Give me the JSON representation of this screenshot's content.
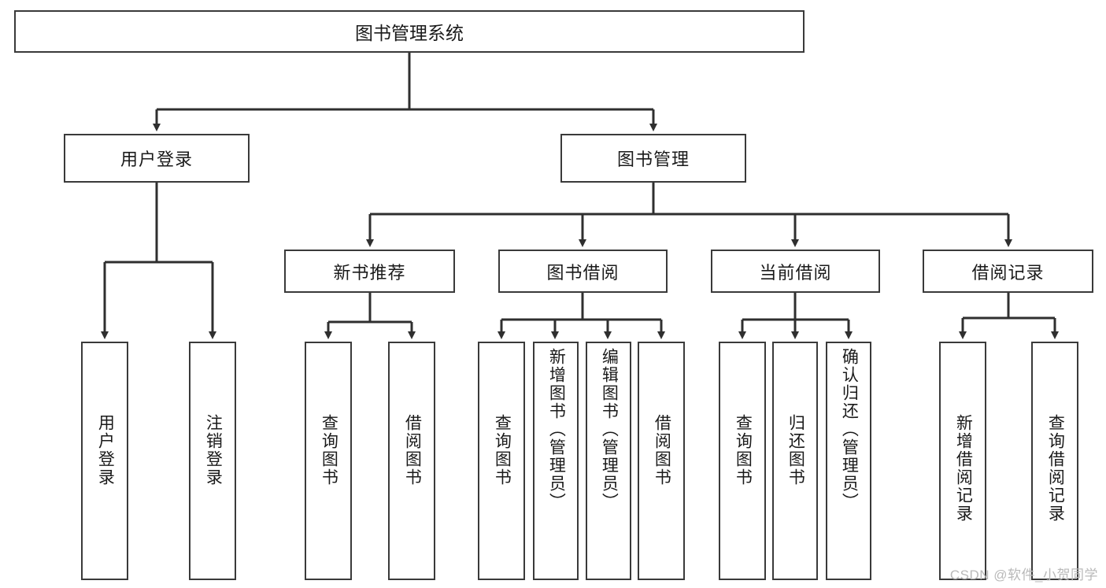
{
  "diagram": {
    "type": "tree-hierarchy-chart",
    "title": "图书管理系统",
    "watermark": "CSDN @软件_小贺同学",
    "colors": {
      "box_border": "#3a3a3a",
      "connector": "#2f2f2f",
      "background": "#ffffff",
      "text": "#1a1a1a",
      "watermark": "#b9b9b9"
    },
    "nodes": {
      "root": {
        "label": "图书管理系统"
      },
      "level2": [
        {
          "label": "用户登录"
        },
        {
          "label": "图书管理"
        }
      ],
      "level3": [
        {
          "label": "新书推荐"
        },
        {
          "label": "图书借阅"
        },
        {
          "label": "当前借阅"
        },
        {
          "label": "借阅记录"
        }
      ],
      "leaves": {
        "user_login": [
          {
            "label": "用户登录"
          },
          {
            "label": "注销登录"
          }
        ],
        "new_book_recommend": [
          {
            "label": "查询图书"
          },
          {
            "label": "借阅图书"
          }
        ],
        "book_borrow": [
          {
            "label": "查询图书"
          },
          {
            "label": "新增图书（管理员）"
          },
          {
            "label": "编辑图书（管理员）"
          },
          {
            "label": "借阅图书"
          }
        ],
        "current_borrow": [
          {
            "label": "查询图书"
          },
          {
            "label": "归还图书"
          },
          {
            "label": "确认归还（管理员）"
          }
        ],
        "borrow_records": [
          {
            "label": "新增借阅记录"
          },
          {
            "label": "查询借阅记录"
          }
        ]
      }
    }
  }
}
